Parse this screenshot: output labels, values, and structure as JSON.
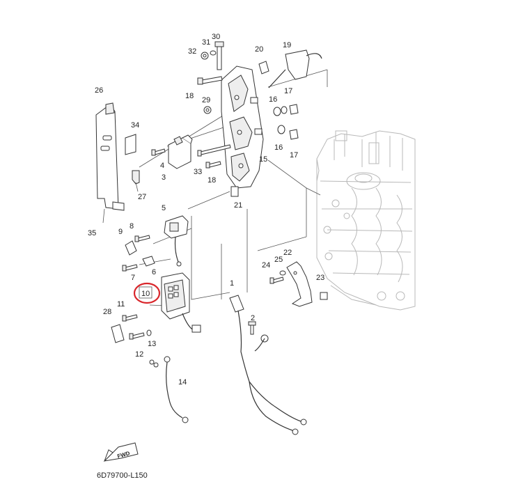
{
  "diagram_code": "6D79700-L150",
  "fwd_label": "FWD",
  "highlight_color": "#d9262b",
  "callouts": {
    "c1": "1",
    "c2": "2",
    "c3": "3",
    "c4": "4",
    "c5": "5",
    "c6": "6",
    "c7": "7",
    "c8": "8",
    "c9": "9",
    "c10": "10",
    "c11": "11",
    "c12": "12",
    "c13": "13",
    "c14": "14",
    "c15": "15",
    "c16a": "16",
    "c16b": "16",
    "c17a": "17",
    "c17b": "17",
    "c18a": "18",
    "c18b": "18",
    "c19": "19",
    "c20": "20",
    "c21": "21",
    "c22": "22",
    "c23": "23",
    "c24": "24",
    "c25": "25",
    "c26": "26",
    "c27": "27",
    "c28": "28",
    "c29": "29",
    "c30": "30",
    "c31": "31",
    "c32": "32",
    "c33": "33",
    "c34": "34",
    "c35": "35"
  }
}
